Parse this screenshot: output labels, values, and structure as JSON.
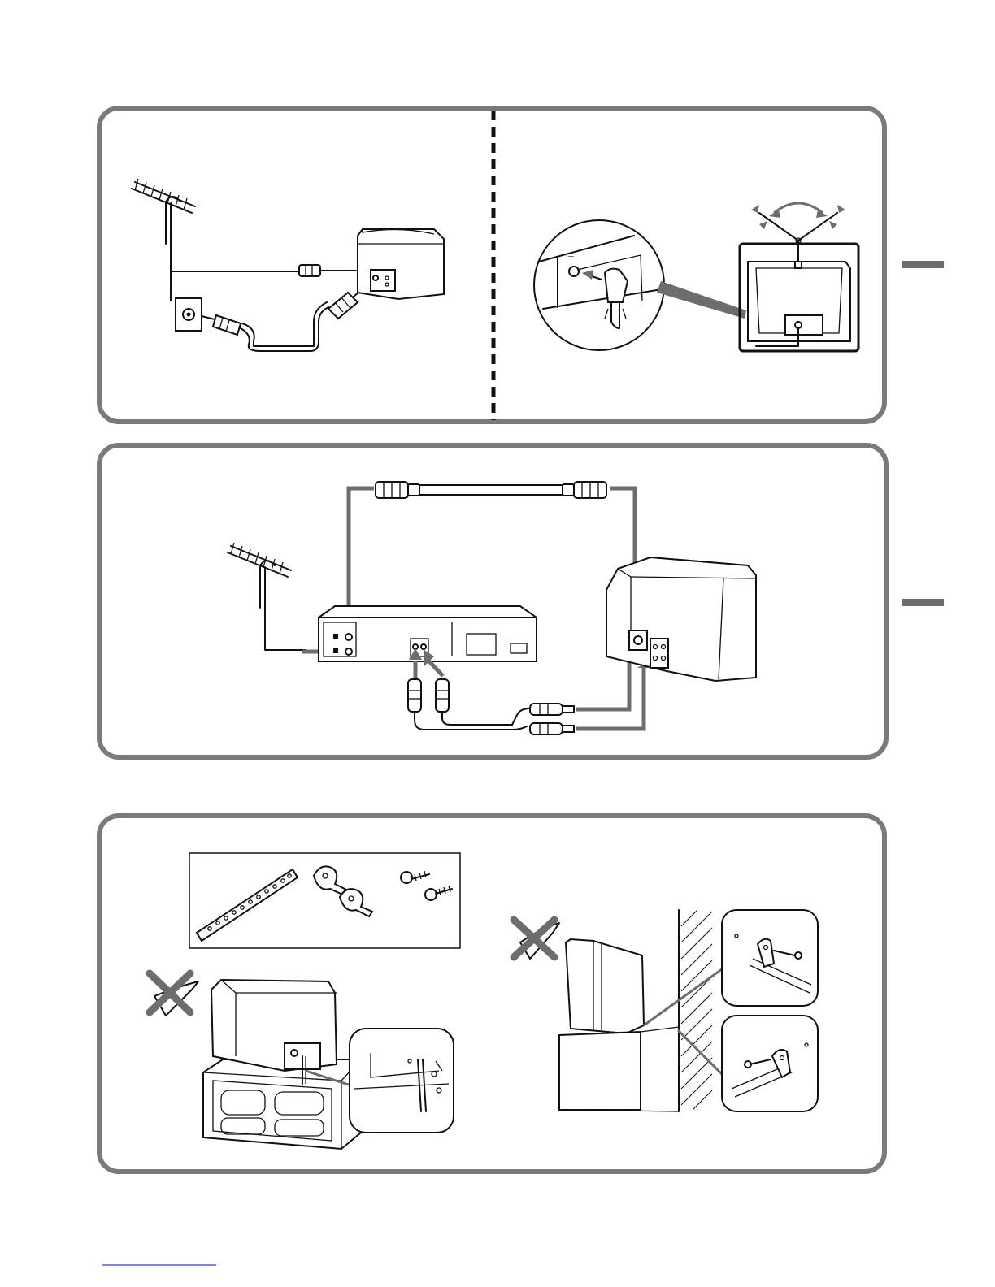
{
  "panels": [
    {
      "id": "antenna-connection",
      "sections": [
        "outdoor-antenna-and-wall-outlet",
        "indoor-rabbit-ear-antenna"
      ]
    },
    {
      "id": "vcr-connection",
      "sections": [
        "antenna-vcr-tv-hookup"
      ]
    },
    {
      "id": "tv-securing",
      "sections": [
        "supplied-parts",
        "stand-mounting",
        "wall-mounting"
      ]
    }
  ],
  "icons": [
    "outdoor-antenna-icon",
    "wall-outlet-icon",
    "coaxial-plug-icon",
    "tv-rear-icon",
    "rabbit-ear-antenna-icon",
    "antenna-adaptor-icon",
    "vcr-icon",
    "rca-plug-icon",
    "belt-icon",
    "clamp-icon",
    "screw-icon",
    "prohibited-cross-icon",
    "tv-stand-icon"
  ],
  "colors": {
    "panel_border": "#7a7a7a",
    "arrow": "#6d6d6d",
    "line_art": "#111111",
    "footer_rule": "#3b3bcf"
  }
}
